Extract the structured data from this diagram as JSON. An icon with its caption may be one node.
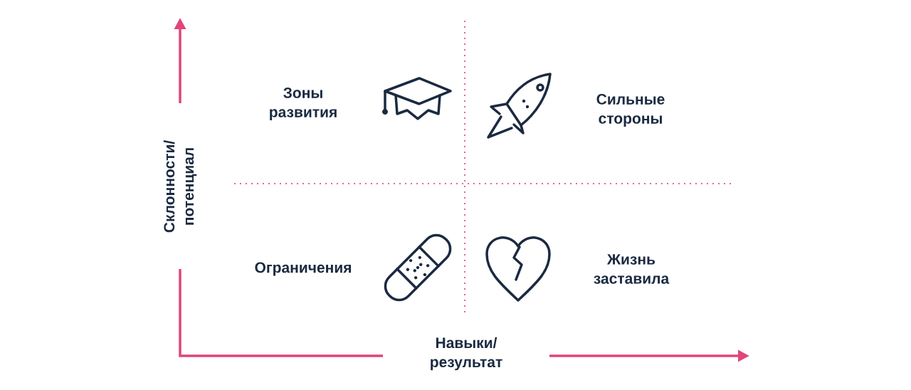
{
  "diagram": {
    "labels": [
      "Зоны развития",
      "Сильные стороны",
      "Ограничения",
      "Жизнь заставила",
      "Склонности/ потенциал",
      "Навыки/ результат"
    ]
  }
}
